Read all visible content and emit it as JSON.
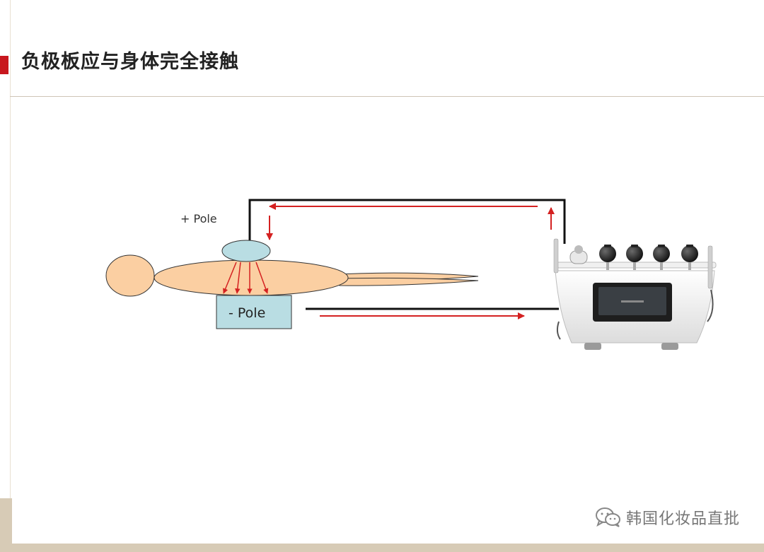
{
  "slide": {
    "title": "负极板应与身体完全接触"
  },
  "labels": {
    "plus_pole": "+ Pole",
    "minus_pole": "- Pole"
  },
  "watermark": {
    "text": "韩国化妆品直批"
  },
  "colors": {
    "accent": "#c8171e",
    "body_fill": "#fbcfa2",
    "electrode_fill": "#b9dde3",
    "current_arrow": "#d42121",
    "footer": "#d7cbb6"
  }
}
